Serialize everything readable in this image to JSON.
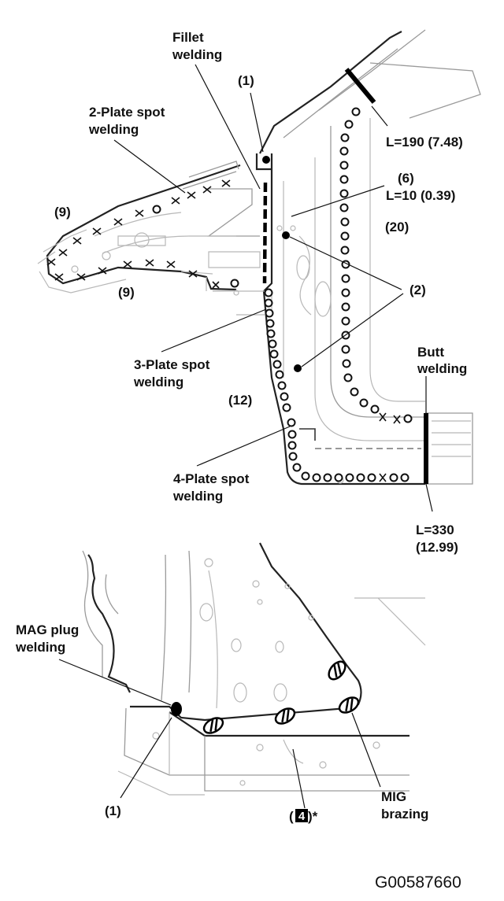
{
  "labels": {
    "fillet": [
      "Fillet",
      "welding"
    ],
    "callout_1_top": "(1)",
    "two_plate": [
      "2-Plate spot",
      "welding"
    ],
    "l190": "L=190 (7.48)",
    "six": "(6)",
    "l10": "L=10 (0.39)",
    "nine_a": "(9)",
    "nine_b": "(9)",
    "twenty": "(20)",
    "two": "(2)",
    "three_plate": [
      "3-Plate spot",
      "welding"
    ],
    "butt": [
      "Butt",
      "welding"
    ],
    "twelve": "(12)",
    "four_plate": [
      "4-Plate spot",
      "welding"
    ],
    "l330": [
      "L=330",
      "(12.99)"
    ],
    "mag": [
      "MAG plug",
      "welding"
    ],
    "callout_1_bottom": "(1)",
    "four_part": "(4)*",
    "four_part_num": "4",
    "mig": [
      "MIG",
      "brazing"
    ]
  },
  "figure_code": "G00587660"
}
